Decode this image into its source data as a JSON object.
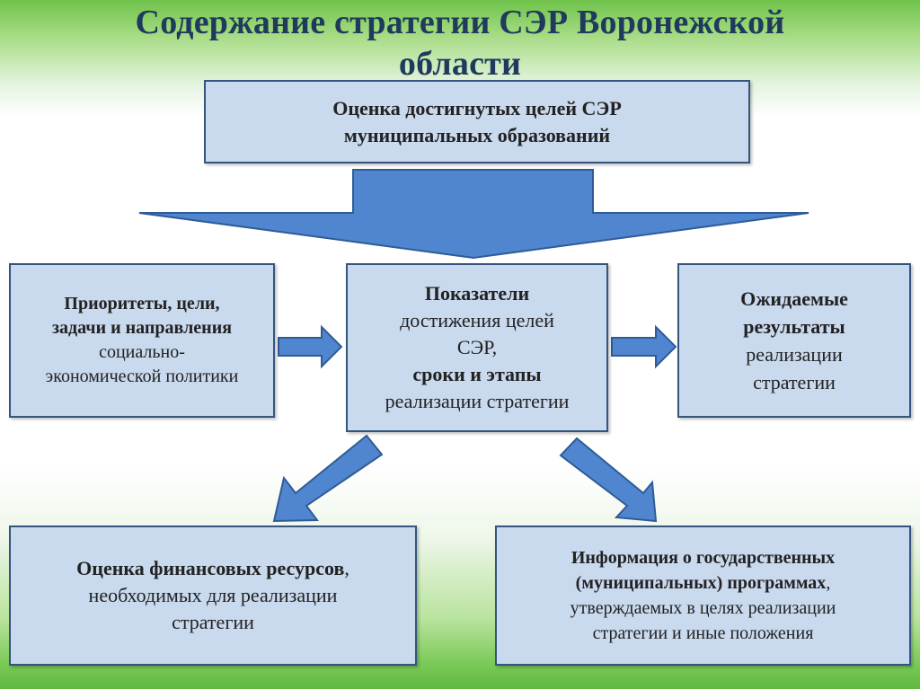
{
  "title": {
    "line1": "Содержание стратегии СЭР Воронежской",
    "line2": "области"
  },
  "top_box": {
    "line1": "Оценка достигнутых целей СЭР",
    "line2": "муниципальных образований"
  },
  "left_box": {
    "line1": "Приоритеты, цели,",
    "line2": "задачи и направления",
    "line3": "социально-",
    "line4": "экономической политики"
  },
  "center_box": {
    "line1": "Показатели",
    "line2": "достижения целей",
    "line3": "СЭР,",
    "line4": "сроки и этапы",
    "line5": "реализации стратегии"
  },
  "right_box": {
    "line1": "Ожидаемые",
    "line2": "результаты",
    "line3": "реализации",
    "line4": "стратегии"
  },
  "bottom_left_box": {
    "line1_bold": "Оценка финансовых ресурсов",
    "line1_rest": ",",
    "line2": "необходимых для реализации",
    "line3": "стратегии"
  },
  "bottom_right_box": {
    "line1": "Информация о государственных",
    "line2_bold": "(муниципальных) программах",
    "line2_rest": ",",
    "line3": "утверждаемых в целях реализации",
    "line4": "стратегии и иные положения"
  },
  "colors": {
    "box_fill": "#c9d9ee",
    "box_border": "#35547e",
    "arrow_fill": "#4f86cf",
    "arrow_stroke": "#2f5b96",
    "title": "#1f3a5c"
  }
}
